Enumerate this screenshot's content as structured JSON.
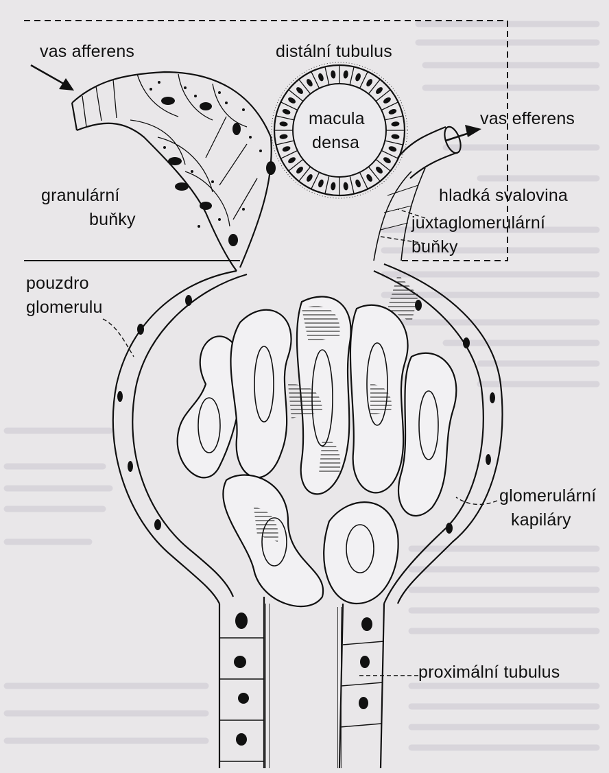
{
  "labels": {
    "vas_afferens": "vas  afferens",
    "distalni_tubulus": "distální  tubulus",
    "macula_densa_1": "macula",
    "macula_densa_2": "densa",
    "vas_efferens": "vas  efferens",
    "granularni_1": "granulární",
    "granularni_2": "buňky",
    "hladka_svalovina": "hladká  svalovina",
    "juxta_1": "juxtaglomerulární",
    "juxta_2": "buňky",
    "pouzdro_1": "pouzdro",
    "pouzdro_2": "glomerulu",
    "glomerularni_1": "glomerulární",
    "glomerularni_2": "kapiláry",
    "proximalni_tubulus": "proximální  tubulus"
  },
  "colors": {
    "background": "#e9e7e9",
    "ink": "#111111",
    "faded_print": "#cfcbd3"
  }
}
